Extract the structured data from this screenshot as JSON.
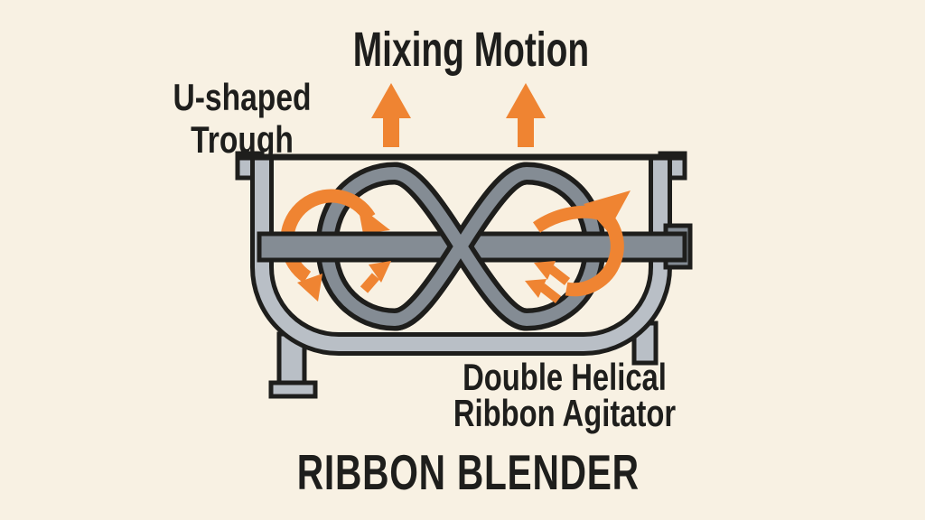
{
  "labels": {
    "mixing_motion": "Mixing Motion",
    "u_shaped_trough_line1": "U-shaped",
    "u_shaped_trough_line2": "Trough",
    "agitator_line1": "Double Helical",
    "agitator_line2": "Ribbon Agitator",
    "title": "RIBBON BLENDER"
  },
  "icons": {
    "mixing_up_arrows": "up-arrow-icon",
    "left_rotation": "rotation-arrow-icon",
    "right_rotation": "rotation-arrow-icon"
  },
  "diagram": {
    "type": "ribbon-blender-schematic",
    "parts": [
      {
        "name": "u-shaped-trough",
        "label": "U-shaped Trough"
      },
      {
        "name": "double-helical-ribbon-agitator",
        "label": "Double Helical Ribbon Agitator"
      },
      {
        "name": "agitator-shaft",
        "label": ""
      },
      {
        "name": "mixing-motion-arrows",
        "label": "Mixing Motion"
      }
    ]
  },
  "colors": {
    "background": "#f8f1e3",
    "orange": "#ef8432",
    "metal_light": "#b9bfc6",
    "metal_dark": "#848c94",
    "outline": "#1e1e1c",
    "text": "#1e1e1c"
  }
}
